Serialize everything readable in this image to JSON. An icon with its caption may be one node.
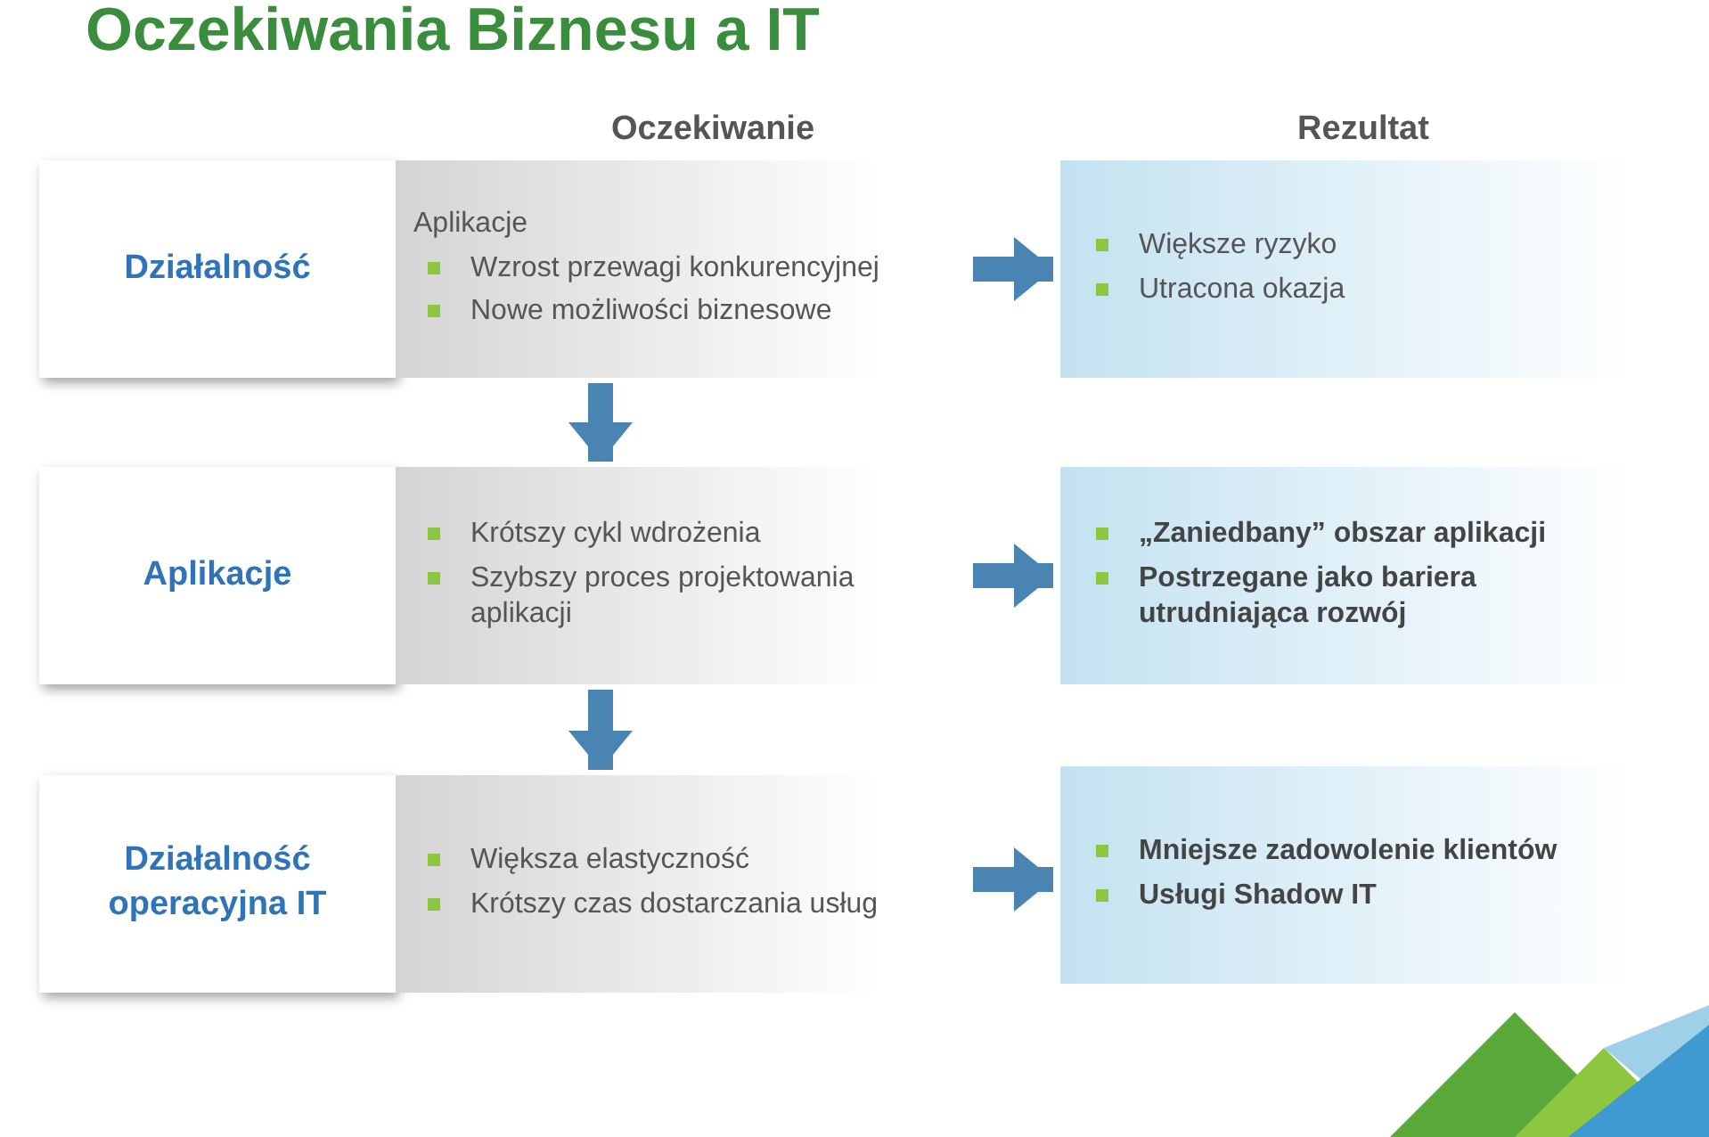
{
  "diagram": {
    "title": "Oczekiwania Biznesu a IT",
    "nodes": [
      {
        "text": [
          "Działalność"
        ]
      },
      {
        "text": [
          "Aplikacje",
          "Wzrost przewagi konkurencyjnej",
          "Nowe możliwości biznesowe"
        ]
      },
      {
        "text": [
          "Większe ryzyko",
          "Utracona okazja"
        ]
      },
      {
        "text": [
          "Aplikacje"
        ]
      },
      {
        "text": [
          "Krótszy cykl wdrożenia",
          "Szybszy proces projektowania aplikacji"
        ]
      },
      {
        "text": [
          "„Zaniedbany” obszar aplikacji",
          "Postrzegane jako bariera utrudniająca rozwój"
        ]
      },
      {
        "text": [
          "Działalność operacyjna IT"
        ]
      },
      {
        "text": [
          "Większa elastyczność",
          "Krótszy czas dostarczania usług"
        ]
      },
      {
        "text": [
          "Mniejsze zadowolenie klientów",
          "Usługi Shadow IT"
        ]
      }
    ],
    "edges": [
      {
        "from": 1,
        "to": 2,
        "arrow": "to"
      },
      {
        "from": 4,
        "to": 5,
        "arrow": "to"
      },
      {
        "from": 7,
        "to": 8,
        "arrow": "to"
      },
      {
        "from": 1,
        "to": 4,
        "arrow": "to"
      },
      {
        "from": 4,
        "to": 7,
        "arrow": "to"
      }
    ],
    "labels": [
      "Oczekiwanie",
      "Rezultat"
    ]
  }
}
